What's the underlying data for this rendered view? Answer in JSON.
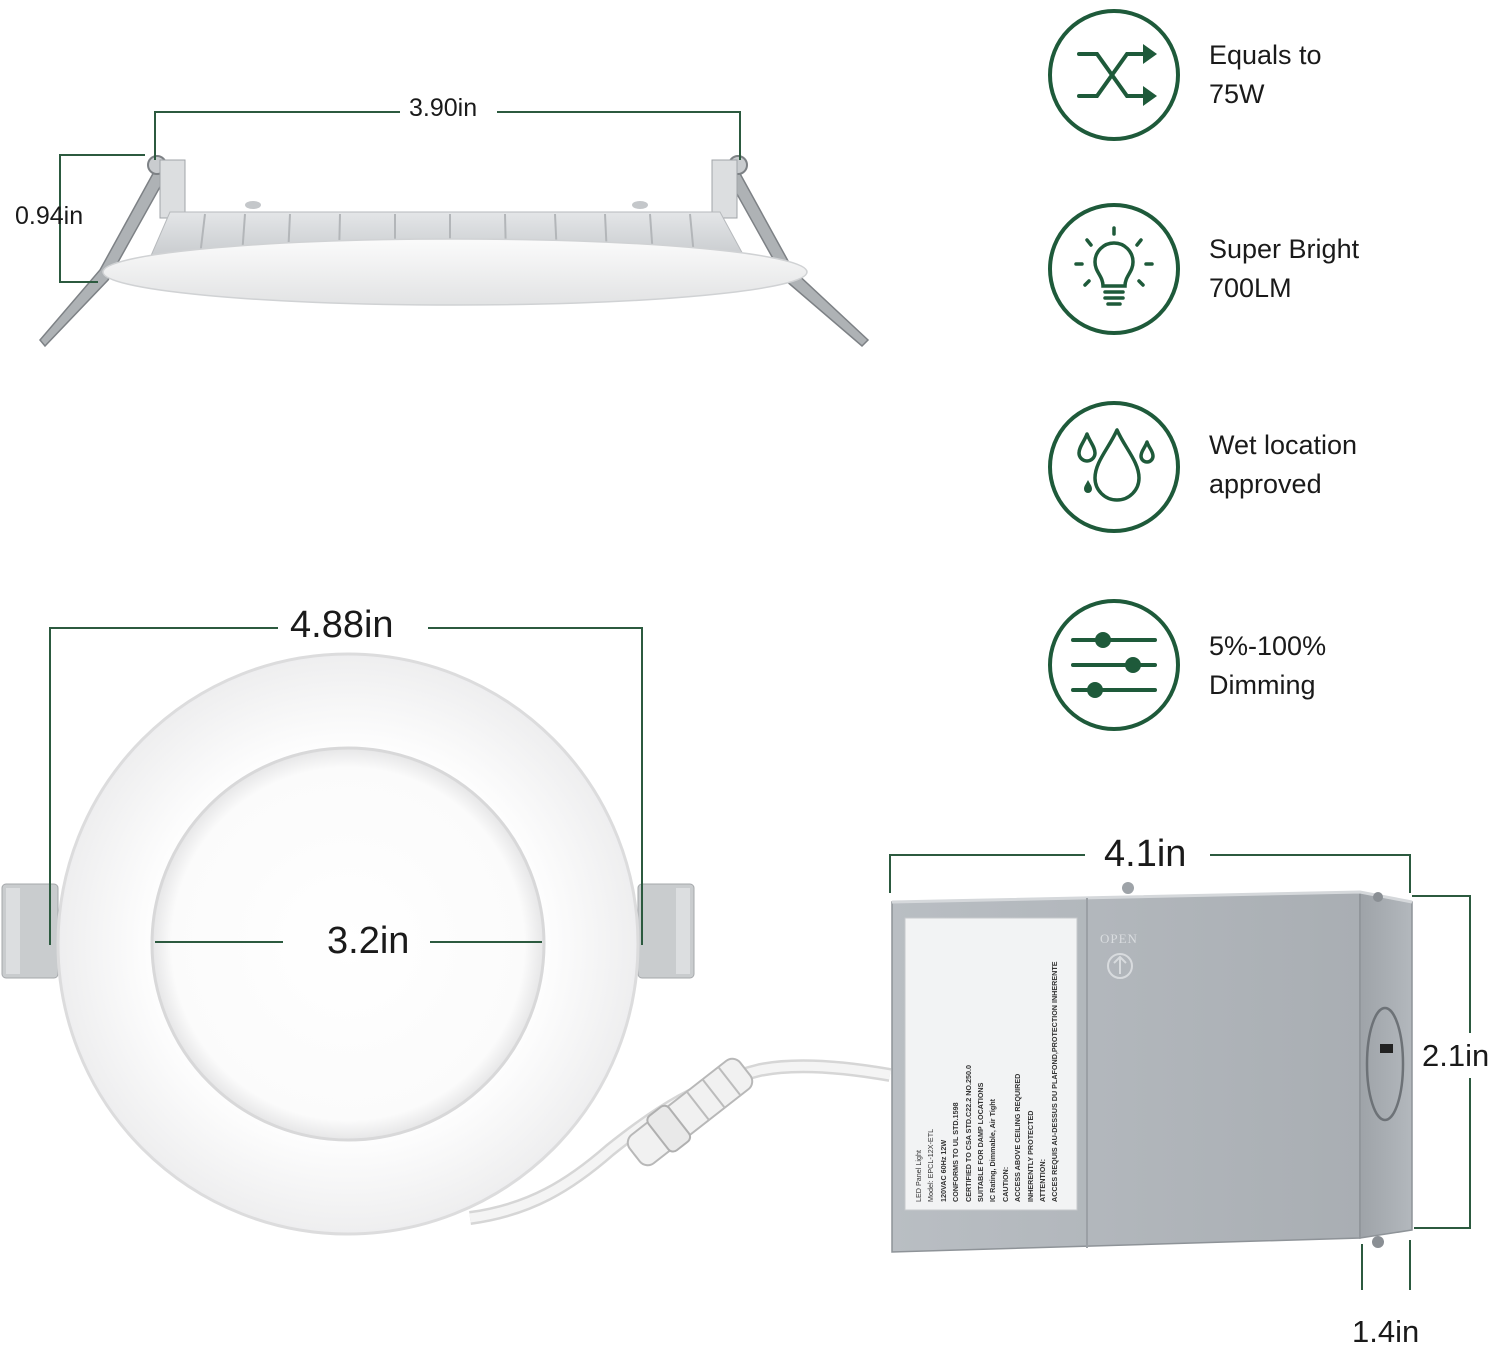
{
  "dimensions": {
    "side_width": "3.90in",
    "side_height": "0.94in",
    "panel_diameter": "4.88in",
    "inner_diameter": "3.2in",
    "box_length": "4.1in",
    "box_height": "2.1in",
    "box_depth": "1.4in"
  },
  "features": [
    {
      "icon": "shuffle-arrows-icon",
      "line1": "Equals to",
      "line2": "75W"
    },
    {
      "icon": "light-bulb-icon",
      "line1": "Super Bright",
      "line2": "700LM"
    },
    {
      "icon": "water-drops-icon",
      "line1": "Wet location",
      "line2": "approved"
    },
    {
      "icon": "dimmer-sliders-icon",
      "line1": "5%-100%",
      "line2": "Dimming"
    }
  ],
  "junction_box": {
    "open_text": "OPEN",
    "label_lines": [
      "LED Panel Light",
      "Model: EPCL-12X-ETL",
      "120VAC 60Hz 12W",
      "CONFORMS TO UL STD.1598",
      "CERTIFIED TO CSA STD.C22.2 NO.250.0",
      "SUITABLE FOR DAMP LOCATIONS",
      "IC Rating, Dimmable, Air Tight",
      "CAUTION:",
      "ACCESS ABOVE CEILING REQUIRED",
      "INHERENTLY PROTECTED",
      "ATTENTION:",
      "ACCES REQUIS AU-DESSUS DU PLAFOND,PROTECTION INHERENTE"
    ]
  },
  "colors": {
    "accent_green": "#1e5a3a",
    "dimension_line": "#2c5a3f"
  }
}
